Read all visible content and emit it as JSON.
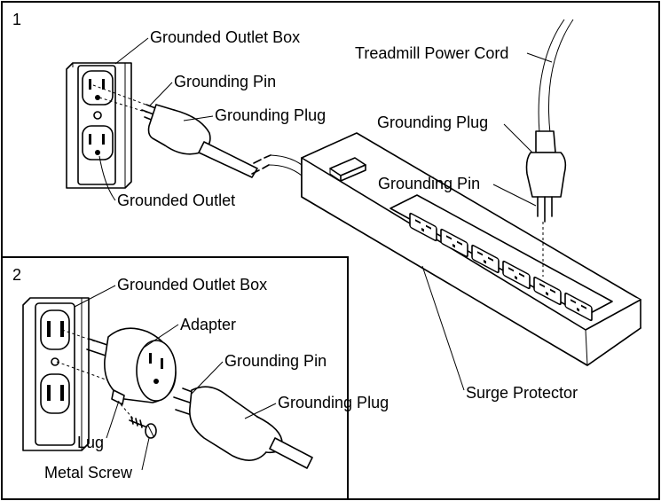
{
  "panels": [
    {
      "number": "1"
    },
    {
      "number": "2"
    }
  ],
  "labels": {
    "p1_outlet_box": "Grounded Outlet Box",
    "p1_grounding_pin": "Grounding Pin",
    "p1_grounding_plug": "Grounding Plug",
    "p1_grounded_outlet": "Grounded Outlet",
    "treadmill_cord": "Treadmill Power Cord",
    "sp_grounding_plug": "Grounding Plug",
    "sp_grounding_pin": "Grounding Pin",
    "surge_protector": "Surge Protector",
    "p2_outlet_box": "Grounded Outlet Box",
    "adapter": "Adapter",
    "p2_grounding_pin": "Grounding Pin",
    "p2_grounding_plug": "Grounding Plug",
    "lug": "Lug",
    "metal_screw": "Metal Screw"
  }
}
